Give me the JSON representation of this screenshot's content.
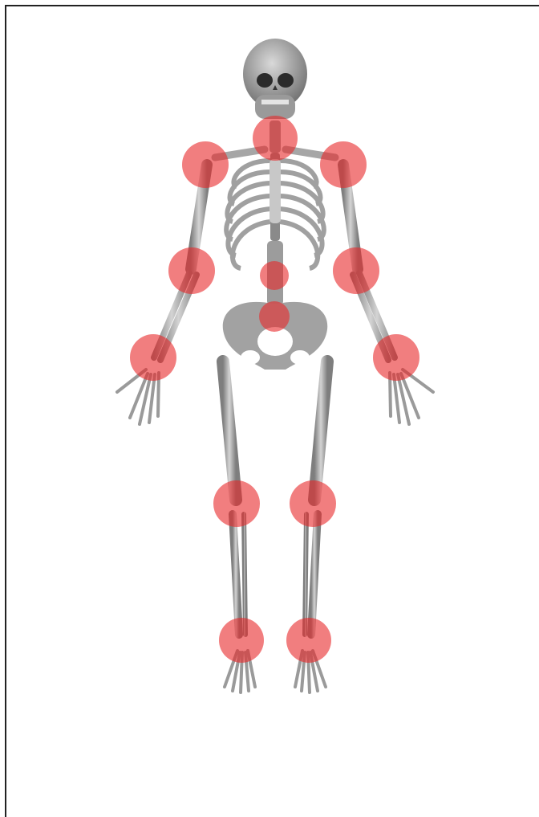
{
  "figure": {
    "subject": "skeleton-front-view",
    "bone_color": "#a9a9a9",
    "highlight_color": "#e8282a",
    "highlight_opacity": 0.6,
    "highlighted_joints": [
      {
        "name": "cervical-spine"
      },
      {
        "name": "right-shoulder"
      },
      {
        "name": "left-shoulder"
      },
      {
        "name": "right-elbow"
      },
      {
        "name": "left-elbow"
      },
      {
        "name": "lumbar-spine"
      },
      {
        "name": "sacroiliac"
      },
      {
        "name": "right-wrist"
      },
      {
        "name": "left-wrist"
      },
      {
        "name": "right-knee"
      },
      {
        "name": "left-knee"
      },
      {
        "name": "right-ankle"
      },
      {
        "name": "left-ankle"
      }
    ]
  }
}
